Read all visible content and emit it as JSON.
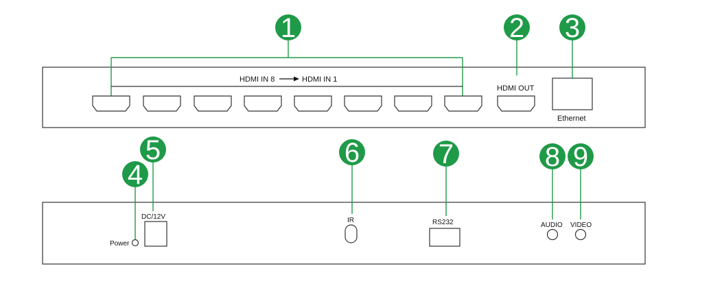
{
  "colors": {
    "badge": "#1f9a48",
    "leader": "#1f9a48",
    "outline": "#333333",
    "text": "#111111"
  },
  "front_panel": {
    "input_range": {
      "from": "HDMI IN 8",
      "to": "HDMI IN 1"
    },
    "hdmi_out": "HDMI OUT",
    "ethernet": "Ethernet"
  },
  "rear_panel": {
    "power": "Power",
    "dc": "DC/12V",
    "ir": "IR",
    "rs232": "RS232",
    "audio": "AUDIO",
    "video": "VIDEO"
  },
  "badges": [
    "1",
    "2",
    "3",
    "4",
    "5",
    "6",
    "7",
    "8",
    "9"
  ]
}
